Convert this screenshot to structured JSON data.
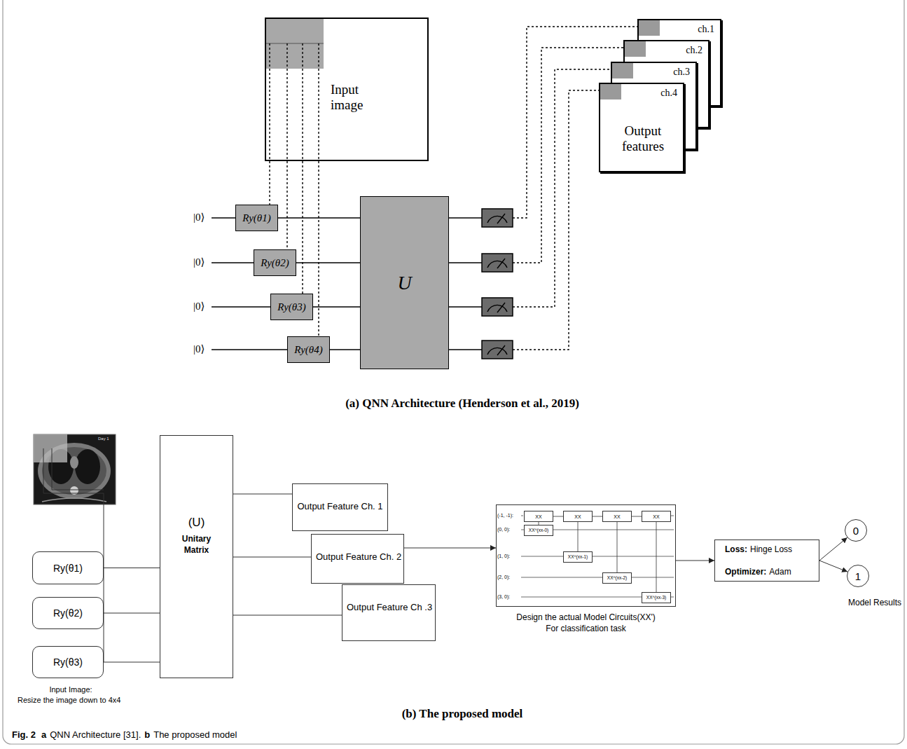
{
  "diagram": {
    "nodes": [
      {
        "text": [
          "Input image"
        ]
      },
      {
        "text": [
          "Ry(θ1)"
        ]
      },
      {
        "text": [
          "Ry(θ2)"
        ]
      },
      {
        "text": [
          "Ry(θ3)"
        ]
      },
      {
        "text": [
          "Ry(θ4)"
        ]
      },
      {
        "text": [
          "U"
        ]
      },
      {
        "text": [
          "ch.1"
        ]
      },
      {
        "text": [
          "ch.2"
        ]
      },
      {
        "text": [
          "ch.3"
        ]
      },
      {
        "text": [
          "ch.4",
          "Output features"
        ]
      },
      {
        "text": [
          "Ry(θ1)"
        ]
      },
      {
        "text": [
          "Ry(θ2)"
        ]
      },
      {
        "text": [
          "Ry(θ3)"
        ]
      },
      {
        "text": [
          "(U)",
          "Unitary Matrix"
        ]
      },
      {
        "text": [
          "Output Feature Ch. 1"
        ]
      },
      {
        "text": [
          "Output Feature Ch. 2"
        ]
      },
      {
        "text": [
          "Output Feature Ch .3"
        ]
      },
      {
        "text": [
          "Design the actual Model Circuits(XX')",
          "For classification task"
        ]
      },
      {
        "text": [
          "XX"
        ],
        "in": 17
      },
      {
        "text": [
          "XX^(xx-0)"
        ],
        "in": 17
      },
      {
        "text": [
          "XX"
        ],
        "in": 17
      },
      {
        "text": [
          "XX^(xx-1)"
        ],
        "in": 17
      },
      {
        "text": [
          "XX"
        ],
        "in": 17
      },
      {
        "text": [
          "XX^(xx-2)"
        ],
        "in": 17
      },
      {
        "text": [
          "XX"
        ],
        "in": 17
      },
      {
        "text": [
          "XX^(xx-3)"
        ],
        "in": 17
      },
      {
        "text": [
          "Loss:",
          "Hinge Loss",
          "Optimizer:",
          "Adam"
        ]
      },
      {
        "text": [
          "0"
        ]
      },
      {
        "text": [
          "1"
        ]
      }
    ],
    "edges": [
      {
        "from": 0,
        "to": 1,
        "arrow": "none"
      },
      {
        "from": 0,
        "to": 2,
        "arrow": "none"
      },
      {
        "from": 0,
        "to": 3,
        "arrow": "none"
      },
      {
        "from": 0,
        "to": 4,
        "arrow": "none"
      },
      {
        "from": 1,
        "to": 5,
        "arrow": "none"
      },
      {
        "from": 2,
        "to": 5,
        "arrow": "none"
      },
      {
        "from": 3,
        "to": 5,
        "arrow": "none"
      },
      {
        "from": 4,
        "to": 5,
        "arrow": "none"
      },
      {
        "from": 5,
        "to": 6,
        "arrow": "none"
      },
      {
        "from": 5,
        "to": 7,
        "arrow": "none"
      },
      {
        "from": 5,
        "to": 8,
        "arrow": "none"
      },
      {
        "from": 5,
        "to": 9,
        "arrow": "none"
      },
      {
        "from": 10,
        "to": 13,
        "arrow": "none"
      },
      {
        "from": 11,
        "to": 13,
        "arrow": "none"
      },
      {
        "from": 12,
        "to": 13,
        "arrow": "none"
      },
      {
        "from": 13,
        "to": 14,
        "arrow": "none"
      },
      {
        "from": 13,
        "to": 15,
        "arrow": "none"
      },
      {
        "from": 13,
        "to": 16,
        "arrow": "none"
      },
      {
        "from": 15,
        "to": 17,
        "arrow": "to"
      },
      {
        "from": 18,
        "to": 19,
        "arrow": "none"
      },
      {
        "from": 20,
        "to": 21,
        "arrow": "none"
      },
      {
        "from": 22,
        "to": 23,
        "arrow": "none"
      },
      {
        "from": 24,
        "to": 25,
        "arrow": "none"
      },
      {
        "from": 18,
        "to": 20,
        "arrow": "none"
      },
      {
        "from": 20,
        "to": 22,
        "arrow": "none"
      },
      {
        "from": 22,
        "to": 24,
        "arrow": "none"
      },
      {
        "from": 17,
        "to": 26,
        "arrow": "to"
      },
      {
        "from": 26,
        "to": 27,
        "arrow": "to"
      },
      {
        "from": 26,
        "to": 28,
        "arrow": "to"
      }
    ],
    "labels": [
      "|0⟩",
      "|0⟩",
      "|0⟩",
      "|0⟩",
      "(a) QNN Architecture (Henderson et al., 2019)",
      "(-1, -1):",
      "(0, 0):",
      "(1, 0):",
      "(2, 0):",
      "(3, 0):",
      "Model Results",
      "Input Image:",
      "Resize the image down to 4x4",
      "(b) The proposed model",
      "Fig. 2",
      "a",
      "QNN Architecture [31].",
      "b",
      "The proposed model",
      "Day 1"
    ]
  }
}
